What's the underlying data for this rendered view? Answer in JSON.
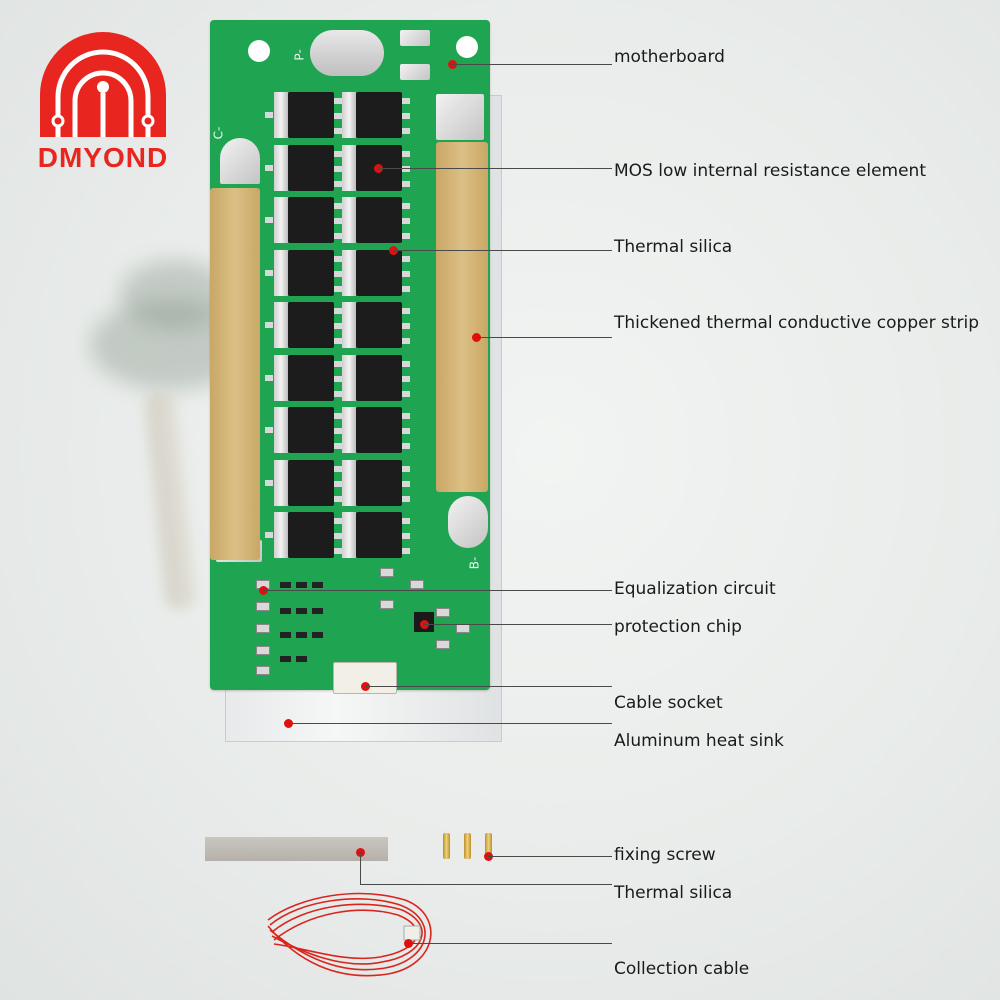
{
  "brand": {
    "logo_text": "DMYOND",
    "color": "#e8251f"
  },
  "board_silkscreen": {
    "p_minus": "P-",
    "c_minus": "C-",
    "b_minus": "B-"
  },
  "callouts": [
    {
      "label": "motherboard"
    },
    {
      "label": "MOS low internal resistance element"
    },
    {
      "label": "Thermal silica"
    },
    {
      "label": "Thickened thermal conductive copper strip"
    },
    {
      "label": "Equalization circuit"
    },
    {
      "label": "protection chip"
    },
    {
      "label": "Cable socket"
    },
    {
      "label": "Aluminum heat sink"
    },
    {
      "label": "fixing screw"
    },
    {
      "label": "Thermal silica"
    },
    {
      "label": "Collection cable"
    }
  ],
  "colors": {
    "pcb": "#1fa552",
    "callout_dot": "#e01010",
    "copper": "#d2b477"
  }
}
